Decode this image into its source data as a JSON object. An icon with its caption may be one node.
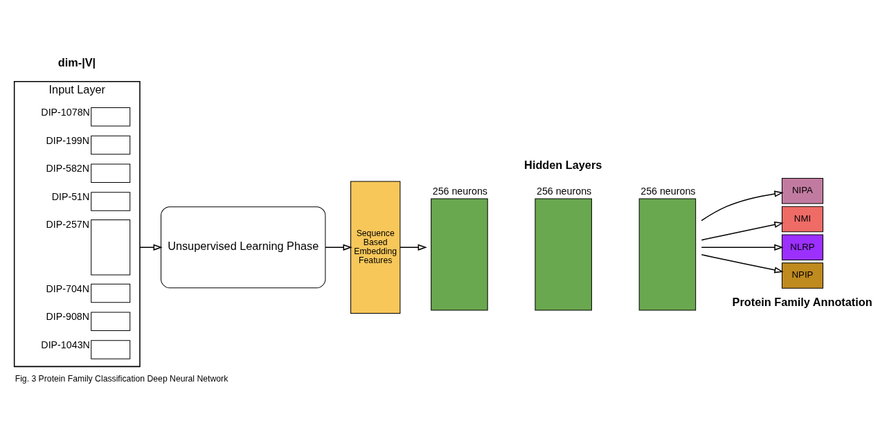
{
  "diagram": {
    "caption": "Fig. 3 Protein Family Classification Deep Neural Network",
    "nodes": [
      {
        "text": [
          "Input Layer"
        ]
      },
      {
        "text": [],
        "shape": "box",
        "in": 0,
        "beside": [
          "DIP-1078N"
        ]
      },
      {
        "text": [],
        "shape": "box",
        "in": 0,
        "beside": [
          "DIP-199N"
        ]
      },
      {
        "text": [],
        "shape": "box",
        "in": 0,
        "beside": [
          "DIP-582N"
        ]
      },
      {
        "text": [],
        "shape": "box",
        "in": 0,
        "beside": [
          "DIP-51N"
        ]
      },
      {
        "text": [],
        "shape": "box",
        "in": 0,
        "beside": [
          "DIP-257N"
        ]
      },
      {
        "text": [],
        "shape": "box",
        "in": 0,
        "beside": [
          "DIP-704N"
        ]
      },
      {
        "text": [],
        "shape": "box",
        "in": 0,
        "beside": [
          "DIP-908N"
        ]
      },
      {
        "text": [],
        "shape": "box",
        "in": 0,
        "beside": [
          "DIP-1043N"
        ]
      },
      {
        "text": [
          "Unsupervised Learning Phase"
        ]
      },
      {
        "text": [
          "Sequence Based Embedding Features"
        ]
      },
      {
        "text": [],
        "shape": "bar",
        "beside": [
          "256 neurons"
        ]
      },
      {
        "text": [],
        "shape": "bar",
        "beside": [
          "256 neurons"
        ]
      },
      {
        "text": [],
        "shape": "bar",
        "beside": [
          "256 neurons"
        ]
      },
      {
        "text": [
          "NIPA"
        ]
      },
      {
        "text": [
          "NMI"
        ]
      },
      {
        "text": [
          "NLRP"
        ]
      },
      {
        "text": [
          "NPIP"
        ]
      }
    ],
    "edges": [
      {
        "from": 0,
        "to": 9,
        "arrow": "to"
      },
      {
        "from": 9,
        "to": 10,
        "arrow": "to"
      },
      {
        "from": 10,
        "to": 11,
        "arrow": "to"
      },
      {
        "from": 13,
        "to": 14,
        "arrow": "to"
      },
      {
        "from": 13,
        "to": 15,
        "arrow": "to"
      },
      {
        "from": 13,
        "to": 16,
        "arrow": "to"
      },
      {
        "from": 13,
        "to": 17,
        "arrow": "to"
      }
    ],
    "labels": [
      "dim-|V|",
      "Protein Family Annotation",
      "Hidden Layers"
    ]
  }
}
